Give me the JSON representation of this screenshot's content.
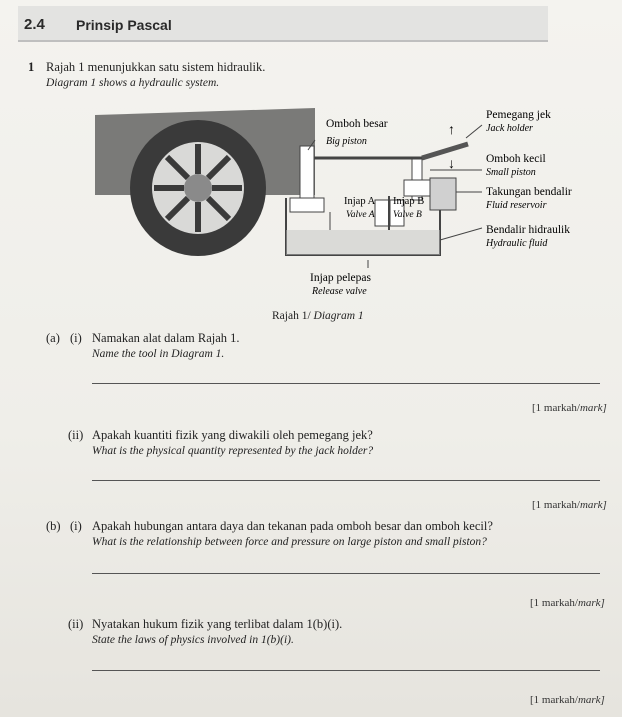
{
  "section": {
    "number": "2.4",
    "title": "Prinsip Pascal"
  },
  "question": {
    "number": "1",
    "intro_ms": "Rajah 1 menunjukkan satu sistem hidraulik.",
    "intro_en": "Diagram 1 shows a hydraulic system."
  },
  "diagram": {
    "labels": {
      "big_piston_ms": "Omboh besar",
      "big_piston_en": "Big piston",
      "jack_holder_ms": "Pemegang jek",
      "jack_holder_en": "Jack holder",
      "small_piston_ms": "Omboh kecil",
      "small_piston_en": "Small piston",
      "reservoir_ms": "Takungan bendalir",
      "reservoir_en": "Fluid reservoir",
      "fluid_ms": "Bendalir hidraulik",
      "fluid_en": "Hydraulic fluid",
      "valve_a_ms": "Injap A",
      "valve_a_en": "Valve A",
      "valve_b_ms": "Injap B",
      "valve_b_en": "Valve B",
      "release_ms": "Injap pelepas",
      "release_en": "Release valve"
    },
    "caption_ms": "Rajah 1/",
    "caption_en": "Diagram 1"
  },
  "parts": {
    "a_label": "(a)",
    "a1_label": "(i)",
    "a1_ms": "Namakan alat dalam Rajah 1.",
    "a1_en": "Name the tool in Diagram 1.",
    "a2_label": "(ii)",
    "a2_ms": "Apakah kuantiti fizik yang diwakili oleh pemegang jek?",
    "a2_en": "What is the physical quantity represented by the jack holder?",
    "b_label": "(b)",
    "b1_label": "(i)",
    "b1_ms": "Apakah hubungan antara daya dan tekanan pada omboh besar dan omboh kecil?",
    "b1_en": "What is the relationship between force and pressure on large piston and small piston?",
    "b2_label": "(ii)",
    "b2_ms": "Nyatakan hukum fizik yang terlibat dalam 1(b)(i).",
    "b2_en": "State the laws of physics involved in 1(b)(i)."
  },
  "marks": {
    "ms": "[1 markah/",
    "en": "mark]"
  }
}
